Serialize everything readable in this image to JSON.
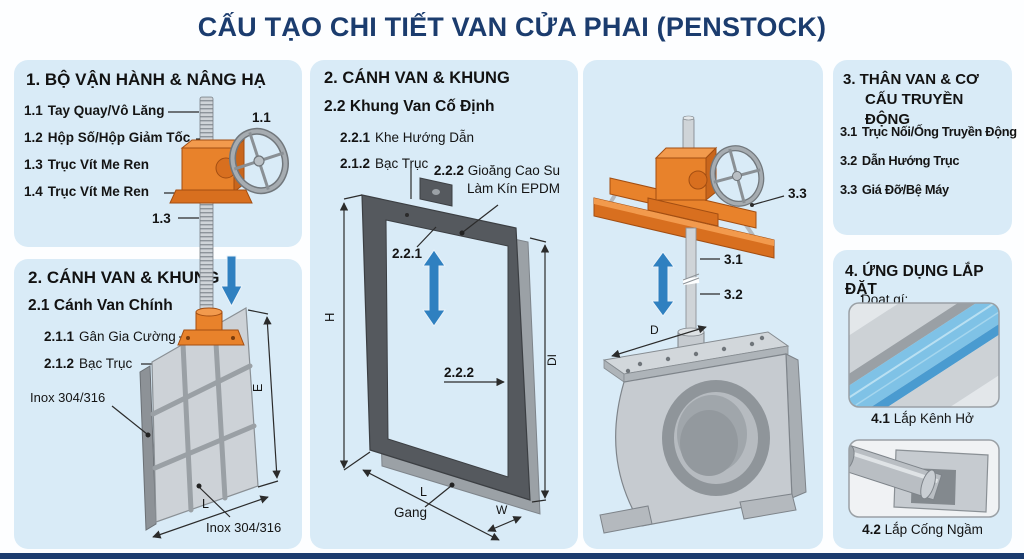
{
  "title": "CẤU TẠO CHI TIẾT VAN CỬA PHAI (PENSTOCK)",
  "p1": {
    "title": "1. BỘ VẬN HÀNH & NÂNG HẠ",
    "items": [
      {
        "num": "1.1",
        "text": "Tay Quay/Vô Lăng"
      },
      {
        "num": "1.2",
        "text": "Hộp Số/Hộp Giảm Tốc"
      },
      {
        "num": "1.3",
        "text": "Trục Vít Me Ren"
      },
      {
        "num": "1.4",
        "text": "Trục Vít Me Ren"
      }
    ]
  },
  "p2": {
    "title": "2. CÁNH VAN & KHUNG",
    "subtitle": {
      "num": "2.1",
      "text": "Cánh Van Chính"
    },
    "items": [
      {
        "num": "2.1.1",
        "text": "Gân Gia Cường"
      },
      {
        "num": "2.1.2",
        "text": "Bạc Trục"
      }
    ]
  },
  "pm": {
    "title": "2. CÁNH VAN & KHUNG",
    "subtitle": {
      "num": "2.2",
      "text": "Khung Van Cố Định"
    },
    "items": [
      {
        "num": "2.2.1",
        "text": "Khe Hướng Dẫn"
      },
      {
        "num": "2.1.2",
        "text": "Bạc Trục"
      }
    ],
    "seal": {
      "num": "2.2.2",
      "line1": "Gioăng Cao Su",
      "line2": "Làm Kín EPDM"
    }
  },
  "p3": {
    "title": "3. THÂN VAN & CƠ CẤU TRUYỀN ĐỘNG",
    "items": [
      {
        "num": "3.1",
        "text": "Trục Nối/Ống Truyền Động"
      },
      {
        "num": "3.2",
        "text": "Dẫn Hướng Trục"
      },
      {
        "num": "3.3",
        "text": "Giá Đỡ/Bệ Máy"
      }
    ]
  },
  "p4": {
    "title": "4. ỨNG DỤNG LẮP ĐẶT",
    "note": "Doat gí:",
    "captions": [
      {
        "num": "4.1",
        "text": "Lắp Kênh Hở"
      },
      {
        "num": "4.2",
        "text": "Lắp Cống Ngầm"
      }
    ]
  },
  "diagram": {
    "l11": "1.1",
    "l13": "1.3",
    "inox_left": "Inox 304/316",
    "inox_bottom": "Inox 304/316",
    "dim_e": "E",
    "dim_l_gate": "L",
    "l221": "2.2.1",
    "l222": "2.2.2",
    "dim_h": "H",
    "dim_di": "DI",
    "dim_l_frame": "L",
    "dim_w": "W",
    "gang": "Gang",
    "l31": "3.1",
    "l32": "3.2",
    "l33": "3.3",
    "dim_d": "D"
  },
  "colors": {
    "navy": "#1b3c6e",
    "panel_blue": "#d9ebf7",
    "orange": "#e8822b",
    "arrow_blue": "#2f80c0",
    "water_blue": "#7fc2e6"
  }
}
